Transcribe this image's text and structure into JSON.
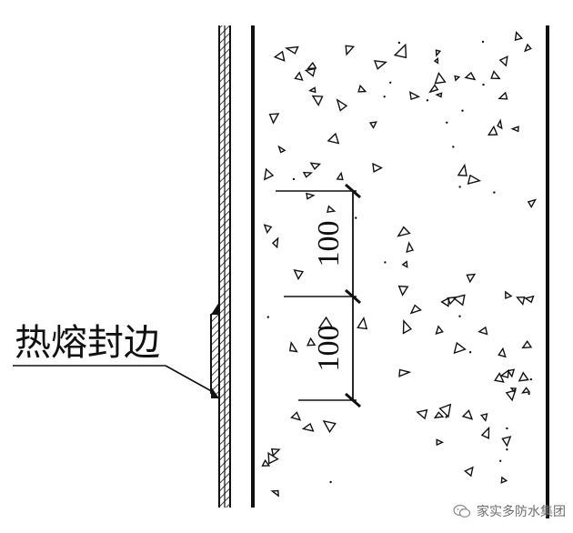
{
  "callout": {
    "label": "热熔封边"
  },
  "dimensions": [
    {
      "value": "100"
    },
    {
      "value": "100"
    }
  ],
  "watermark": {
    "text": "家实多防水集团",
    "icon": "wechat-icon"
  },
  "colors": {
    "line": "#111111",
    "background": "#ffffff",
    "watermark": "#6c6c6c"
  }
}
